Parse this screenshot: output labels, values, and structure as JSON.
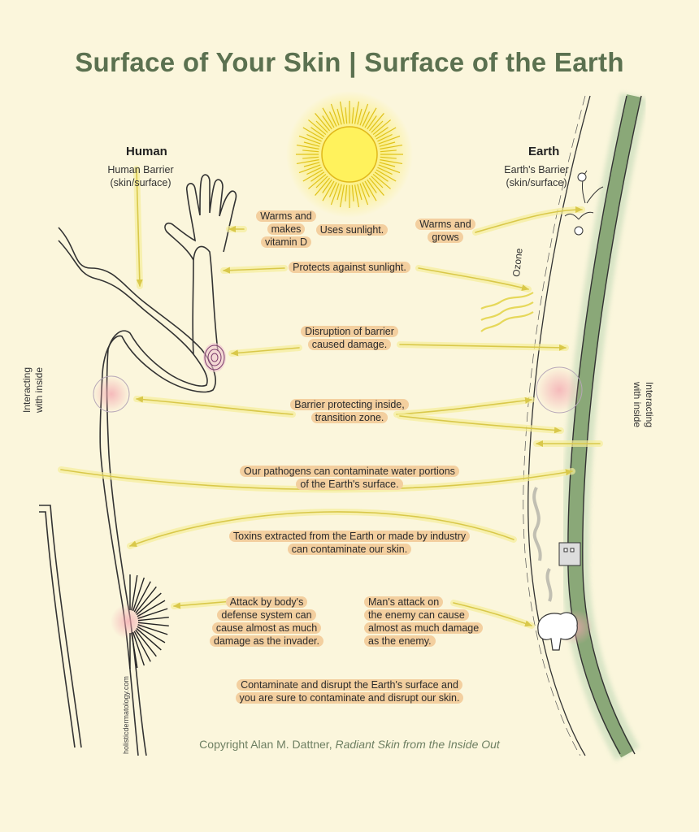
{
  "title": "Surface of Your Skin | Surface of the Earth",
  "human": {
    "heading": "Human",
    "barrier_line1": "Human Barrier",
    "barrier_line2": "(skin/surface)",
    "interacting": "Interacting",
    "interacting_line2": "with inside"
  },
  "earth": {
    "heading": "Earth",
    "barrier_line1": "Earth's Barrier",
    "barrier_line2": "(skin/surface)",
    "interacting": "Interacting",
    "interacting_line2": "with inside",
    "ozone": "Ozone"
  },
  "labels": {
    "warms_vitd_1": "Warms and",
    "warms_vitd_2": "makes",
    "warms_vitd_3": "vitamin D",
    "uses_sunlight": "Uses sunlight.",
    "warms_grows_1": "Warms and",
    "warms_grows_2": "grows",
    "protects": "Protects against sunlight.",
    "disruption_1": "Disruption of barrier",
    "disruption_2": "caused damage.",
    "barrier_inside_1": "Barrier protecting inside,",
    "barrier_inside_2": "transition zone.",
    "pathogens_1": "Our pathogens can contaminate water portions",
    "pathogens_2": "of the Earth's surface.",
    "toxins_1": "Toxins extracted from the Earth or made by industry",
    "toxins_2": "can contaminate our skin.",
    "attack_body_1": "Attack by body's",
    "attack_body_2": "defense system can",
    "attack_body_3": "cause almost as much",
    "attack_body_4": "damage as the invader.",
    "man_attack_1": "Man's attack on",
    "man_attack_2": "the enemy can cause",
    "man_attack_3": "almost as much damage",
    "man_attack_4": "as the enemy.",
    "conclusion_1": "Contaminate and disrupt the Earth's surface and",
    "conclusion_2": "you are sure to contaminate and disrupt our skin."
  },
  "watermark": "holisticdermatology.com",
  "copyright_prefix": "Copyright Alan M. Dattner, ",
  "copyright_book": "Radiant Skin from the Inside Out",
  "colors": {
    "title": "#5b7150",
    "background": "#fbf6dc",
    "label_highlight": "#f3cf9f",
    "arrow": "#e6dc5c",
    "earth_crust": "#8aa878",
    "sun": "#f7e64a"
  }
}
